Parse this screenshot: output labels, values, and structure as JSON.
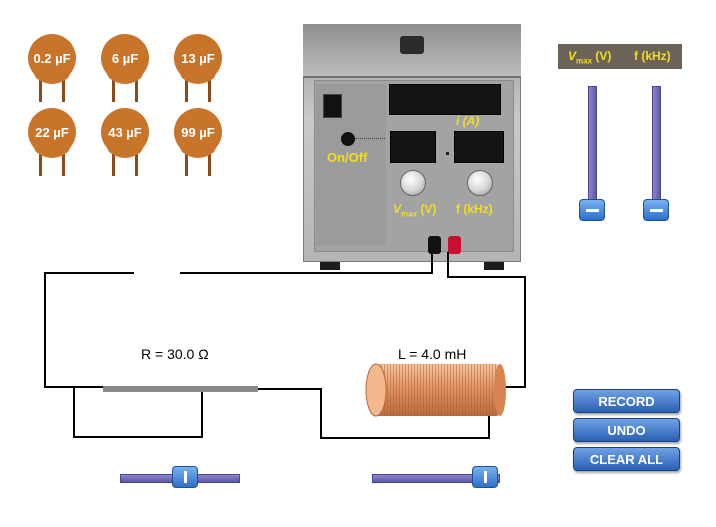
{
  "capacitors": [
    {
      "label": "0.2 µF"
    },
    {
      "label": "6 µF"
    },
    {
      "label": "13 µF"
    },
    {
      "label": "22 µF"
    },
    {
      "label": "43 µF"
    },
    {
      "label": "99 µF"
    }
  ],
  "power_supply": {
    "current_label": "i (A)",
    "onoff_label": "On/Off",
    "vmax_label_main": "V",
    "vmax_label_sub": "max",
    "vmax_label_unit": "(V)",
    "freq_label": "f (kHz)",
    "display_top": "",
    "display_left": "",
    "display_right": ""
  },
  "slider_panel": {
    "vmax_main": "V",
    "vmax_sub": "max",
    "vmax_unit": "(V)",
    "freq_label": "f (kHz)",
    "vmax_level": 0,
    "freq_level": 0
  },
  "circuit": {
    "resistor_label": "R = 30.0 Ω",
    "inductor_label": "L = 4.0 mH",
    "resistor_slider_level": 0.55,
    "inductor_slider_level": 0.9
  },
  "buttons": {
    "record": "RECORD",
    "undo": "UNDO",
    "clear_all": "CLEAR ALL"
  },
  "colors": {
    "capacitor": "#c8742a",
    "label_yellow": "#f2de1f",
    "button_blue": "#2a5fb4",
    "slider_purple": "#5c58a6",
    "coil": "#e8a070"
  }
}
